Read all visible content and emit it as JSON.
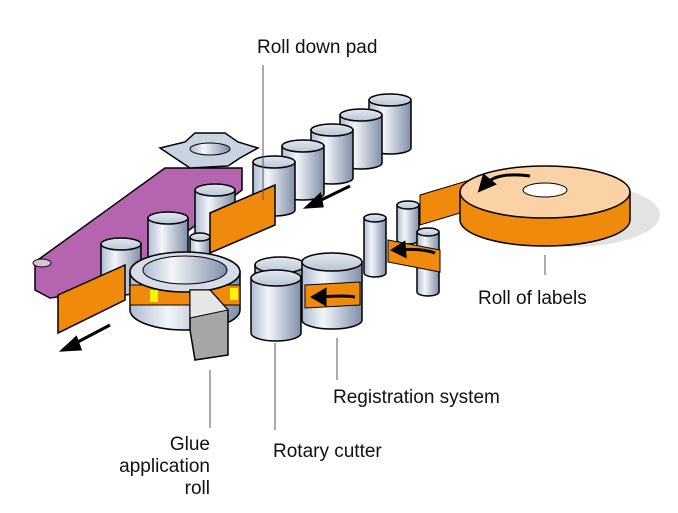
{
  "labels": {
    "roll_down_pad": "Roll down pad",
    "roll_of_labels": "Roll of labels",
    "registration_system": "Registration system",
    "rotary_cutter": "Rotary cutter",
    "glue_line1": "Glue",
    "glue_line2": "application",
    "glue_line3": "roll"
  },
  "colors": {
    "label_orange": "#f08a0c",
    "belt_purple": "#b565b0",
    "steel": "#c9d3e2",
    "glue_yellow": "#f5f500",
    "cutter_grey": "#a6a6a6"
  }
}
